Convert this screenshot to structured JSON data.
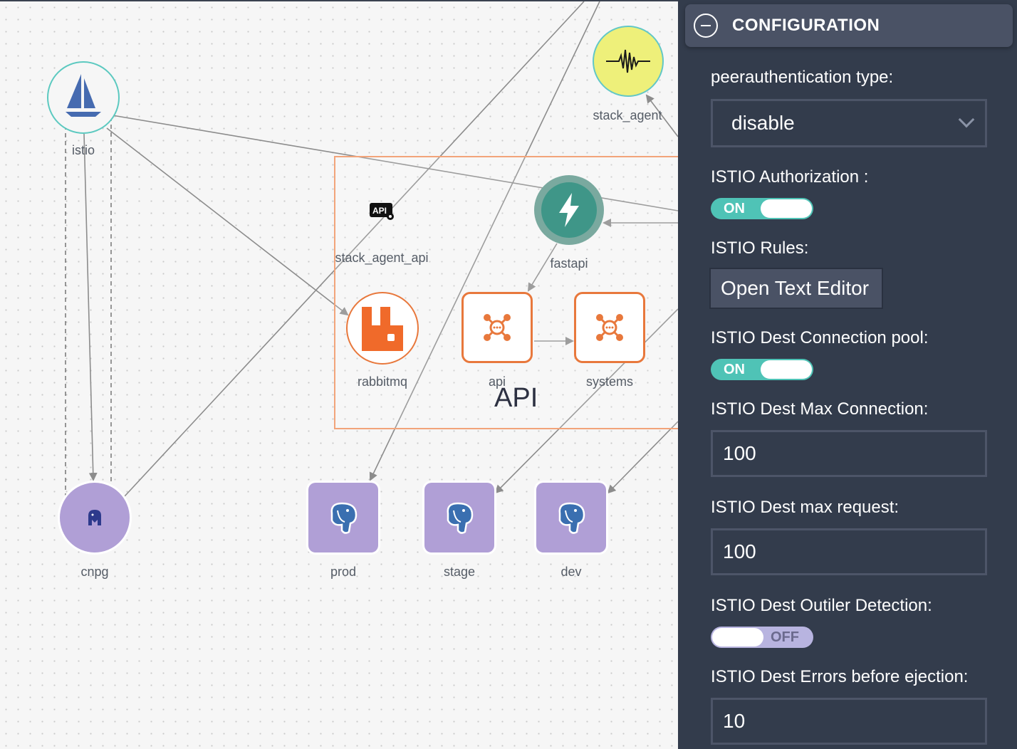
{
  "canvas": {
    "nodes": {
      "istio": "istio",
      "stack_agent": "stack_agent",
      "stack_agent_api": "stack_agent_api",
      "fastapi": "fastapi",
      "rabbitmq": "rabbitmq",
      "api": "api",
      "systems": "systems",
      "cnpg": "cnpg",
      "prod": "prod",
      "stage": "stage",
      "dev": "dev"
    },
    "group_label": "API",
    "api_badge": "API"
  },
  "panel": {
    "title": "CONFIGURATION",
    "peerauth_label": "peerauthentication type:",
    "peerauth_value": "disable",
    "authorization_label": "ISTIO Authorization :",
    "authorization_state": "ON",
    "rules_label": "ISTIO Rules:",
    "rules_button": "Open Text Editor",
    "conn_pool_label": "ISTIO Dest Connection pool:",
    "conn_pool_state": "ON",
    "max_conn_label": "ISTIO Dest Max Connection:",
    "max_conn_value": "100",
    "max_req_label": "ISTIO Dest max request:",
    "max_req_value": "100",
    "outlier_label": "ISTIO Dest Outiler Detection:",
    "outlier_state": "OFF",
    "errors_label": "ISTIO Dest Errors before ejection:",
    "errors_value": "10"
  },
  "colors": {
    "panel_bg": "#333c4c",
    "toggle_on": "#4fc3b6",
    "toggle_off": "#b8b4e0",
    "accent_orange": "#e8783c",
    "postgres_purple": "#b09fd6",
    "fastapi_teal": "#4a9a8e",
    "stack_agent_yellow": "#eef07a"
  }
}
